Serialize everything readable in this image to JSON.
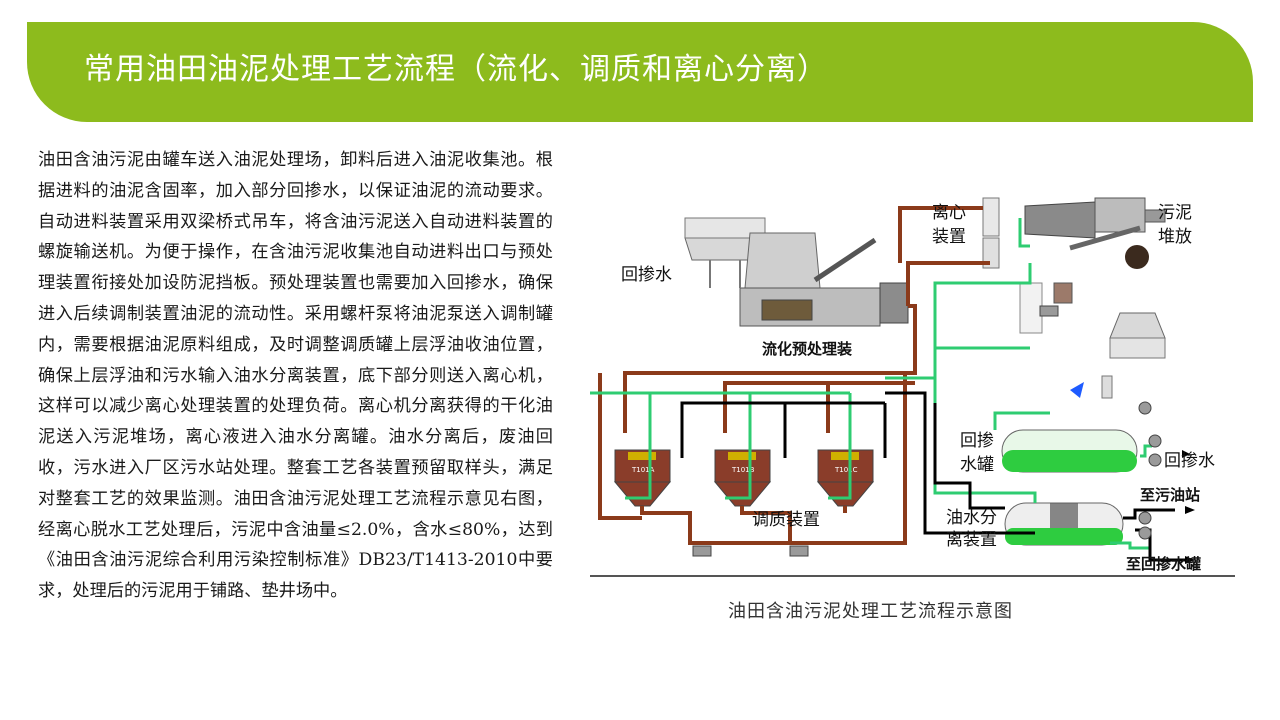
{
  "header": {
    "title": "常用油田油泥处理工艺流程（流化、调质和离心分离）"
  },
  "body_text": "油田含油污泥由罐车送入油泥处理场，卸料后进入油泥收集池。根据进料的油泥含固率，加入部分回掺水，以保证油泥的流动要求。自动进料装置采用双梁桥式吊车，将含油污泥送入自动进料装置的螺旋输送机。为便于操作，在含油污泥收集池自动进料出口与预处理装置衔接处加设防泥挡板。预处理装置也需要加入回掺水，确保进入后续调制装置油泥的流动性。采用螺杆泵将油泥泵送入调制罐内，需要根据油泥原料组成，及时调整调质罐上层浮油收油位置，确保上层浮油和污水输入油水分离装置，底下部分则送入离心机，这样可以减少离心处理装置的处理负荷。离心机分离获得的干化油泥送入污泥堆场，离心液进入油水分离罐。油水分离后，废油回收，污水进入厂区污水站处理。整套工艺各装置预留取样头，满足对整套工艺的效果监测。油田含油污泥处理工艺流程示意见右图，经离心脱水工艺处理后，污泥中含油量≤2.0%，含水≤80%，达到《油田含油污泥综合利用污染控制标准》DB23/T1413-2010中要求，处理后的污泥用于铺路、垫井场中。",
  "diagram": {
    "labels": {
      "return_water_left": "回掺水",
      "fluidize_pretreat": "流化预处理装",
      "centrifuge_1": "离心",
      "centrifuge_2": "装置",
      "sludge_1": "污泥",
      "sludge_2": "堆放",
      "tempering": "调质装置",
      "return_tank_1": "回掺",
      "return_tank_2": "水罐",
      "return_water_right": "回掺水",
      "to_oil_station": "至污油站",
      "oil_water_sep_1": "油水分",
      "oil_water_sep_2": "离装置",
      "to_return_tank": "至回掺水罐",
      "tank_tag_a": "T101A",
      "tank_tag_b": "T101B",
      "tank_tag_c": "T101C"
    },
    "caption": "油田含油污泥处理工艺流程示意图"
  },
  "colors": {
    "banner": "#8dbb1d",
    "sludge_line": "#8b3a1a",
    "water_line": "#2ecc71",
    "black_line": "#000000",
    "tank_body": "#8a3d2a"
  }
}
